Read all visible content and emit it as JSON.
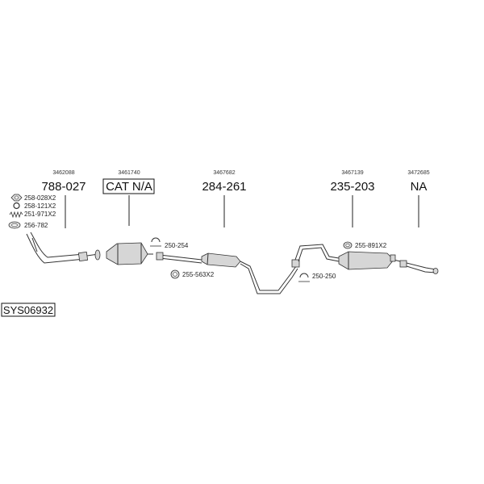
{
  "system_code": "SYS06932",
  "parts": [
    {
      "ref": "3462088",
      "number": "788-027",
      "boxed": false
    },
    {
      "ref": "3461740",
      "number": "CAT N/A",
      "boxed": true
    },
    {
      "ref": "3467682",
      "number": "284-261",
      "boxed": false
    },
    {
      "ref": "3467139",
      "number": "235-203",
      "boxed": false
    },
    {
      "ref": "3472685",
      "number": "NA",
      "boxed": false
    }
  ],
  "accessories": {
    "a1": "258-028X2",
    "a2": "258-121X2",
    "a3": "251-971X2",
    "a4": "256-782",
    "a5": "250-254",
    "a6": "255-563X2",
    "a7": "250-250",
    "a8": "255-891X2"
  }
}
